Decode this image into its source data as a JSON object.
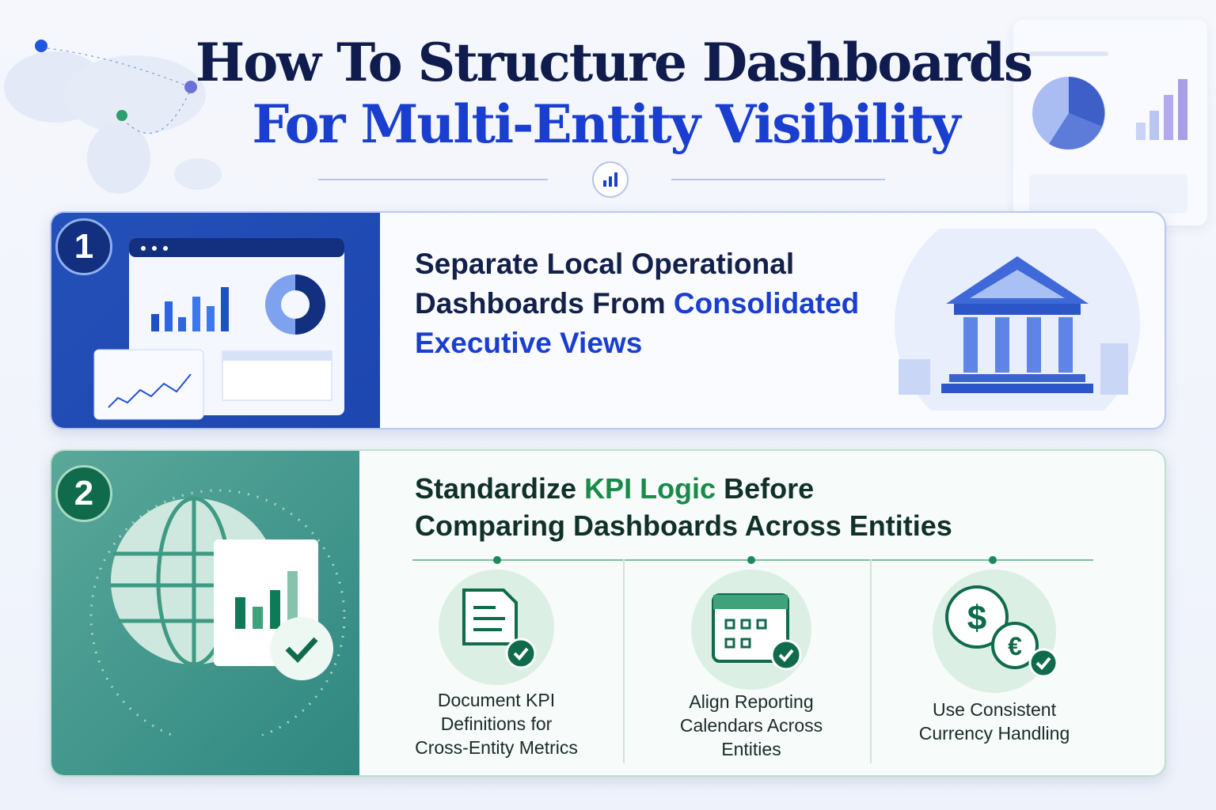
{
  "header": {
    "title_line1": "How To Structure Dashboards",
    "title_line2": "For Multi-Entity Visibility",
    "divider_icon": "bar-chart-icon"
  },
  "colors": {
    "navy": "#0f1c4d",
    "blue": "#1a3fd0",
    "green": "#1a8a4a",
    "teal": "#2e8780"
  },
  "sections": [
    {
      "number": "1",
      "title_parts": [
        "Separate Local Operational",
        "Dashboards From ",
        "Consolidated",
        "Executive Views"
      ],
      "illustration": "bank-building-icon"
    },
    {
      "number": "2",
      "title_parts": [
        "Standardize ",
        "KPI Logic",
        " Before",
        "Comparing Dashboards Across Entities"
      ],
      "items": [
        {
          "icon": "document-check-icon",
          "label_lines": [
            "Document KPI",
            "Definitions for",
            "Cross-Entity Metrics"
          ]
        },
        {
          "icon": "calendar-check-icon",
          "label_lines": [
            "Align Reporting",
            "Calendars Across",
            "Entities"
          ]
        },
        {
          "icon": "currency-check-icon",
          "label_lines": [
            "Use Consistent",
            "Currency Handling"
          ]
        }
      ]
    }
  ]
}
